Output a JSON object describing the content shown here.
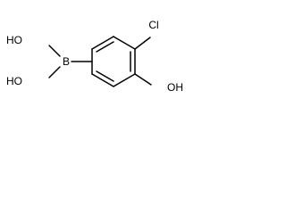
{
  "molecule": {
    "boron_label": "B",
    "oh_upper_left_label": "HO",
    "oh_lower_left_label": "HO",
    "chloro_label": "Cl",
    "oh_right_label": "OH"
  },
  "colors": {
    "bond": "#000000",
    "text": "#000000",
    "background": "#ffffff"
  }
}
